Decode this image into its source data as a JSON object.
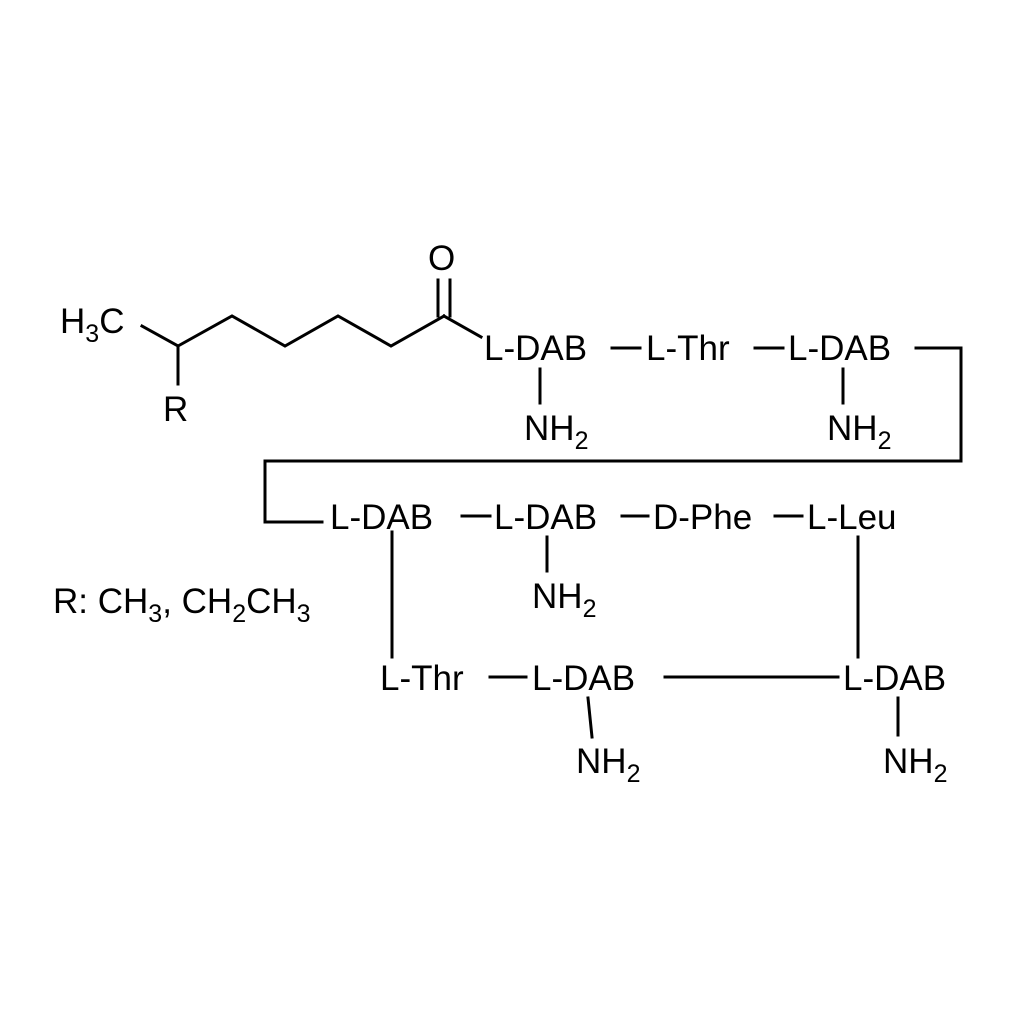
{
  "colors": {
    "ink": "#000000",
    "background": "#ffffff"
  },
  "fatty_acid": {
    "terminal_methyl": {
      "main": "H",
      "sub": "3",
      "tail": "C"
    },
    "branch_group": "R",
    "carbonyl_oxygen": "O"
  },
  "legend": {
    "prefix": "R: CH",
    "sub1": "3",
    "mid": ", CH",
    "sub2": "2",
    "mid2": "CH",
    "sub3": "3"
  },
  "residues": {
    "r1": "L-DAB",
    "r2": "L-Thr",
    "r3": "L-DAB",
    "r4": "L-DAB",
    "r5": "L-DAB",
    "r6": "D-Phe",
    "r7": "L-Leu",
    "r8": "L-Thr",
    "r9": "L-DAB",
    "r10": "L-DAB"
  },
  "amine": {
    "main": "NH",
    "sub": "2"
  }
}
